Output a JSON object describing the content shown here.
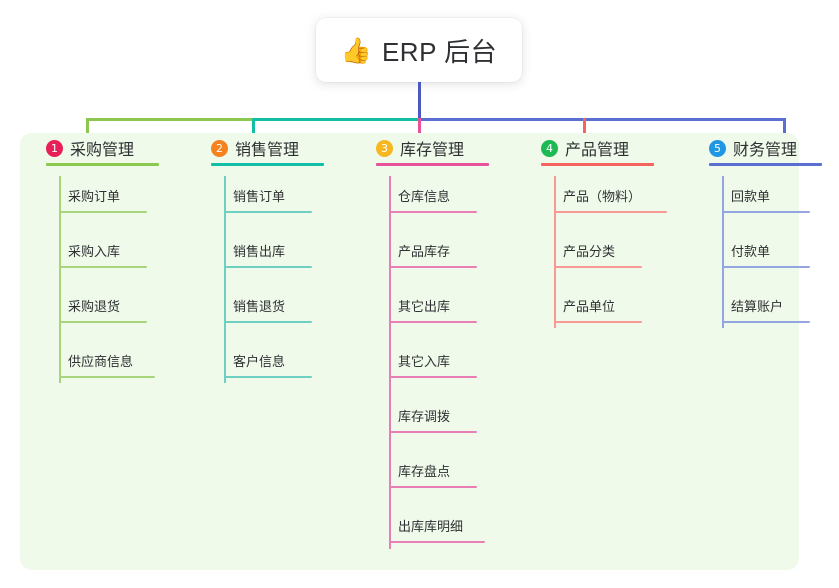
{
  "root": {
    "icon": "thumbs-up-icon",
    "emoji": "👍",
    "title": "ERP 后台"
  },
  "palette": {
    "background": "#ffffff",
    "panel": "#effaea",
    "root_stem": "#4a57c4",
    "branch_green": "#7cc152",
    "branch_teal": "#12bfa6",
    "branch_pink": "#e8529b",
    "branch_red": "#f47070",
    "branch_blue": "#5b6fd0",
    "text": "#2f3033"
  },
  "columns": [
    {
      "number": "1",
      "title": "采购管理",
      "badge_color": "#e8205a",
      "line_color": "#8cc74f",
      "leaf_line_color": "#a8d47c",
      "items": [
        "采购订单",
        "采购入库",
        "采购退货",
        "供应商信息"
      ]
    },
    {
      "number": "2",
      "title": "销售管理",
      "badge_color": "#f5821f",
      "line_color": "#12bfa6",
      "leaf_line_color": "#6fd0c2",
      "items": [
        "销售订单",
        "销售出库",
        "销售退货",
        "客户信息"
      ]
    },
    {
      "number": "3",
      "title": "库存管理",
      "badge_color": "#f6b721",
      "line_color": "#e8529b",
      "leaf_line_color": "#e87eb4",
      "items": [
        "仓库信息",
        "产品库存",
        "其它出库",
        "其它入库",
        "库存调拨",
        "库存盘点",
        "出库库明细"
      ]
    },
    {
      "number": "4",
      "title": "产品管理",
      "badge_color": "#1db954",
      "line_color": "#f4645c",
      "leaf_line_color": "#f79a94",
      "items": [
        "产品（物料）",
        "产品分类",
        "产品单位"
      ]
    },
    {
      "number": "5",
      "title": "财务管理",
      "badge_color": "#2196e3",
      "line_color": "#5b6fd0",
      "leaf_line_color": "#93a6e0",
      "items": [
        "回款单",
        "付款单",
        "结算账户"
      ]
    }
  ]
}
